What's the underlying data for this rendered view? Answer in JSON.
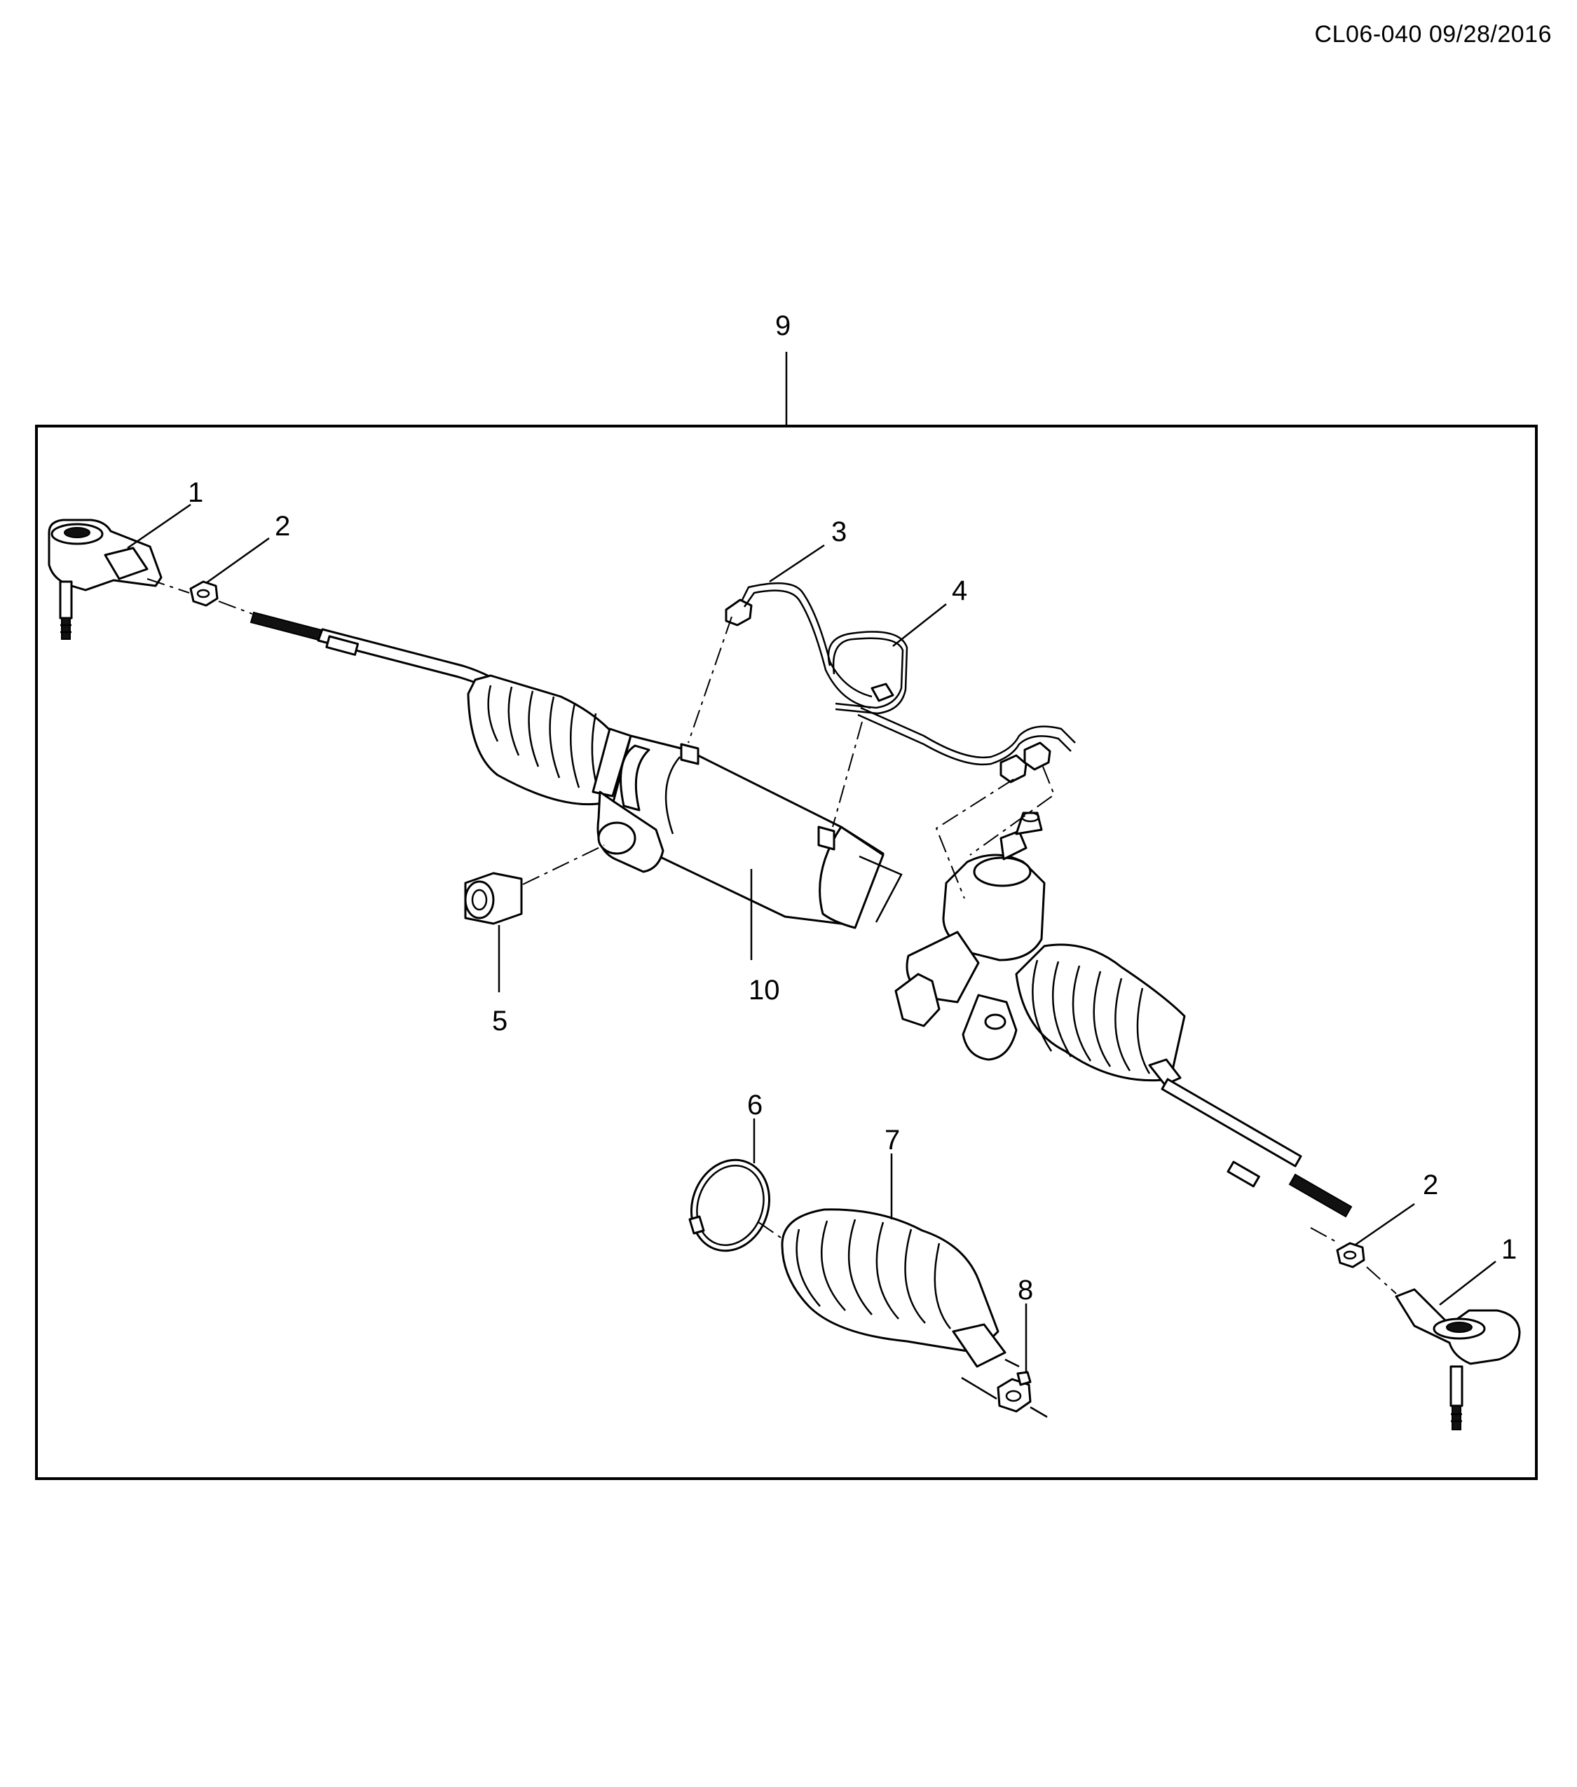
{
  "page_code": "CL06-040 09/28/2016",
  "callouts": {
    "c1_left": "1",
    "c2_left": "2",
    "c3": "3",
    "c4": "4",
    "c5": "5",
    "c6": "6",
    "c7": "7",
    "c8": "8",
    "c9": "9",
    "c10": "10",
    "c2_right": "2",
    "c1_right": "1"
  }
}
